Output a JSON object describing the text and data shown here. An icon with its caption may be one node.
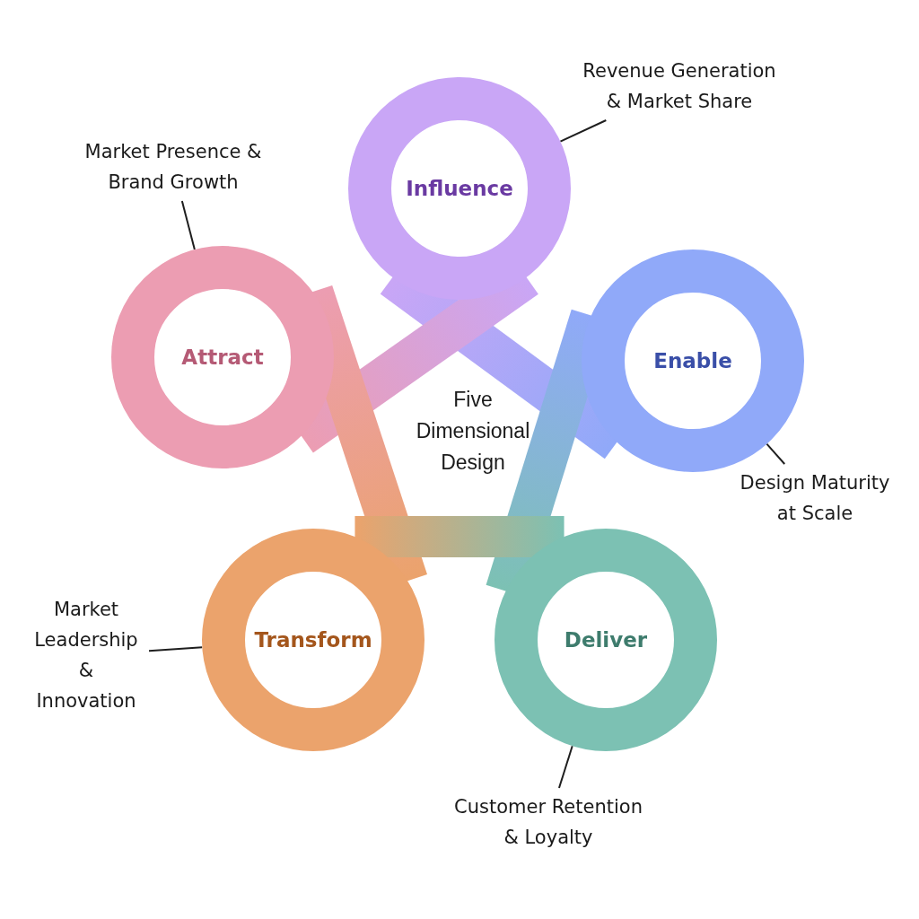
{
  "diagram": {
    "nodes": [
      {
        "text": [
          "Influence"
        ]
      },
      {
        "text": [
          "Attract"
        ]
      },
      {
        "text": [
          "Enable"
        ]
      },
      {
        "text": [
          "Transform"
        ]
      },
      {
        "text": [
          "Deliver"
        ]
      },
      {
        "text": [
          "Revenue Generation & Market Share"
        ]
      },
      {
        "text": [
          "Market Presence & Brand Growth"
        ]
      },
      {
        "text": [
          "Design Maturity at Scale"
        ]
      },
      {
        "text": [
          "Market Leadership & Innovation"
        ]
      },
      {
        "text": [
          "Customer Retention & Loyalty"
        ]
      }
    ],
    "edges": [
      {
        "from": 0,
        "to": 2,
        "arrow": "none"
      },
      {
        "from": 0,
        "to": 1,
        "arrow": "none"
      },
      {
        "from": 2,
        "to": 4,
        "arrow": "none"
      },
      {
        "from": 1,
        "to": 3,
        "arrow": "none"
      },
      {
        "from": 3,
        "to": 4,
        "arrow": "none"
      },
      {
        "from": 5,
        "to": 0,
        "arrow": "none"
      },
      {
        "from": 6,
        "to": 1,
        "arrow": "none"
      },
      {
        "from": 7,
        "to": 2,
        "arrow": "none"
      },
      {
        "from": 8,
        "to": 3,
        "arrow": "none"
      },
      {
        "from": 9,
        "to": 4,
        "arrow": "none"
      }
    ],
    "labels": [
      "Five Dimensional Design"
    ]
  }
}
